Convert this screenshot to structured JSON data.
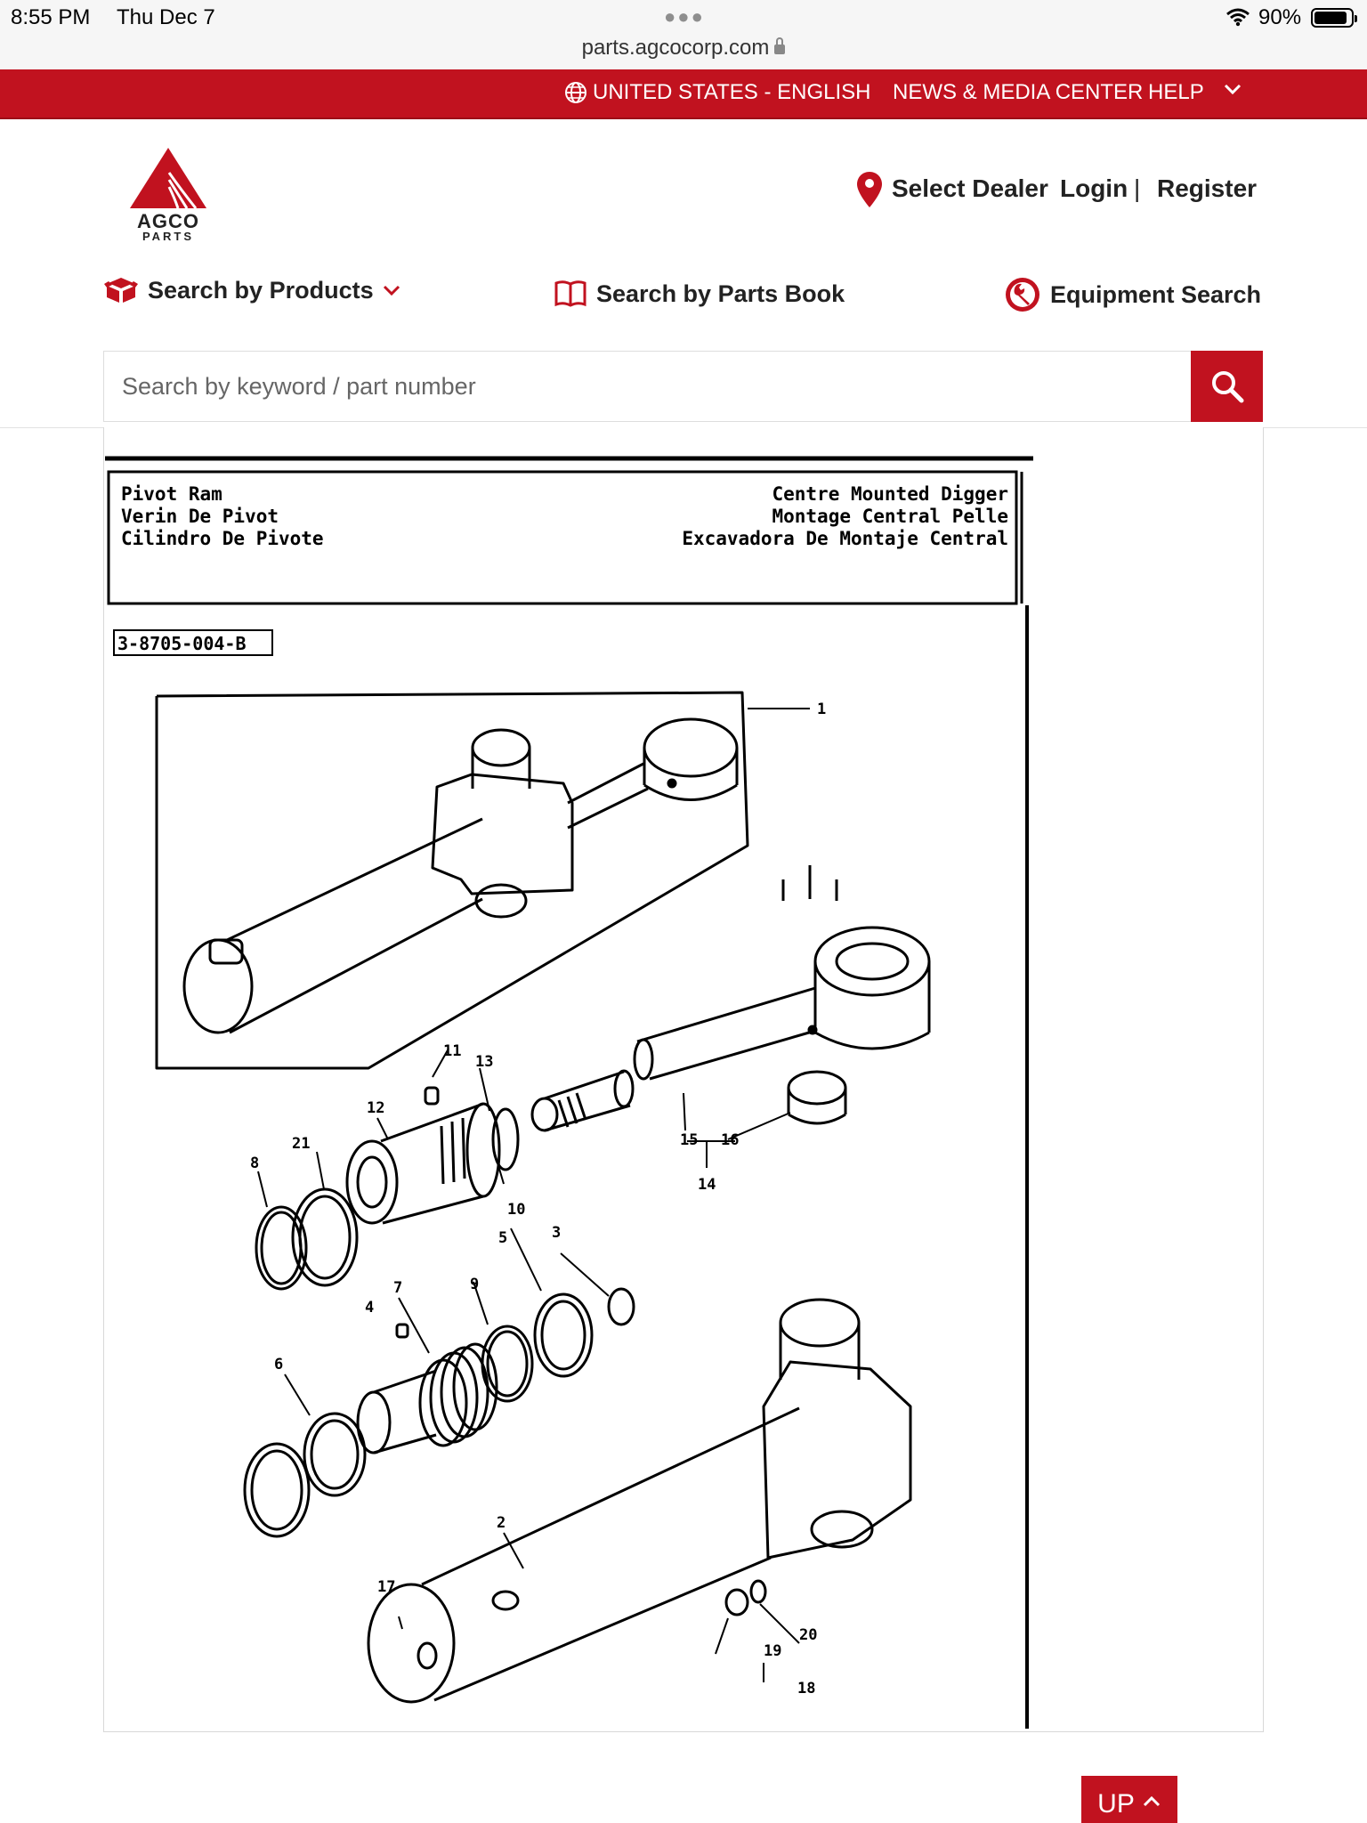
{
  "status_bar": {
    "time": "8:55 PM",
    "date": "Thu Dec 7",
    "url": "parts.agcocorp.com",
    "battery": "90%",
    "battery_level": 0.9
  },
  "top_bar": {
    "language": "UNITED STATES - ENGLISH",
    "news": "NEWS & MEDIA CENTER",
    "help": "HELP"
  },
  "logo": {
    "line1": "AGCO",
    "line2": "PARTS"
  },
  "account": {
    "select_dealer": "Select Dealer",
    "login": "Login",
    "separator": "|",
    "register": "Register"
  },
  "nav": {
    "search_products": "Search by Products",
    "search_parts_book": "Search by Parts Book",
    "equipment_search": "Equipment Search"
  },
  "search": {
    "placeholder": "Search by keyword / part number"
  },
  "diagram": {
    "title_left": [
      "Pivot Ram",
      "Verin De Pivot",
      "Cilindro De Pivote"
    ],
    "title_right": [
      "Centre Mounted Digger",
      "Montage Central Pelle",
      "Excavadora De Montaje Central"
    ],
    "ref_code": "3-8705-004-B",
    "callouts": [
      "1",
      "2",
      "3",
      "4",
      "5",
      "6",
      "7",
      "8",
      "9",
      "10",
      "11",
      "12",
      "13",
      "14",
      "15",
      "16",
      "17",
      "18",
      "19",
      "20",
      "21"
    ]
  },
  "colors": {
    "brand_red": "#c1121f"
  },
  "up_button": "UP"
}
